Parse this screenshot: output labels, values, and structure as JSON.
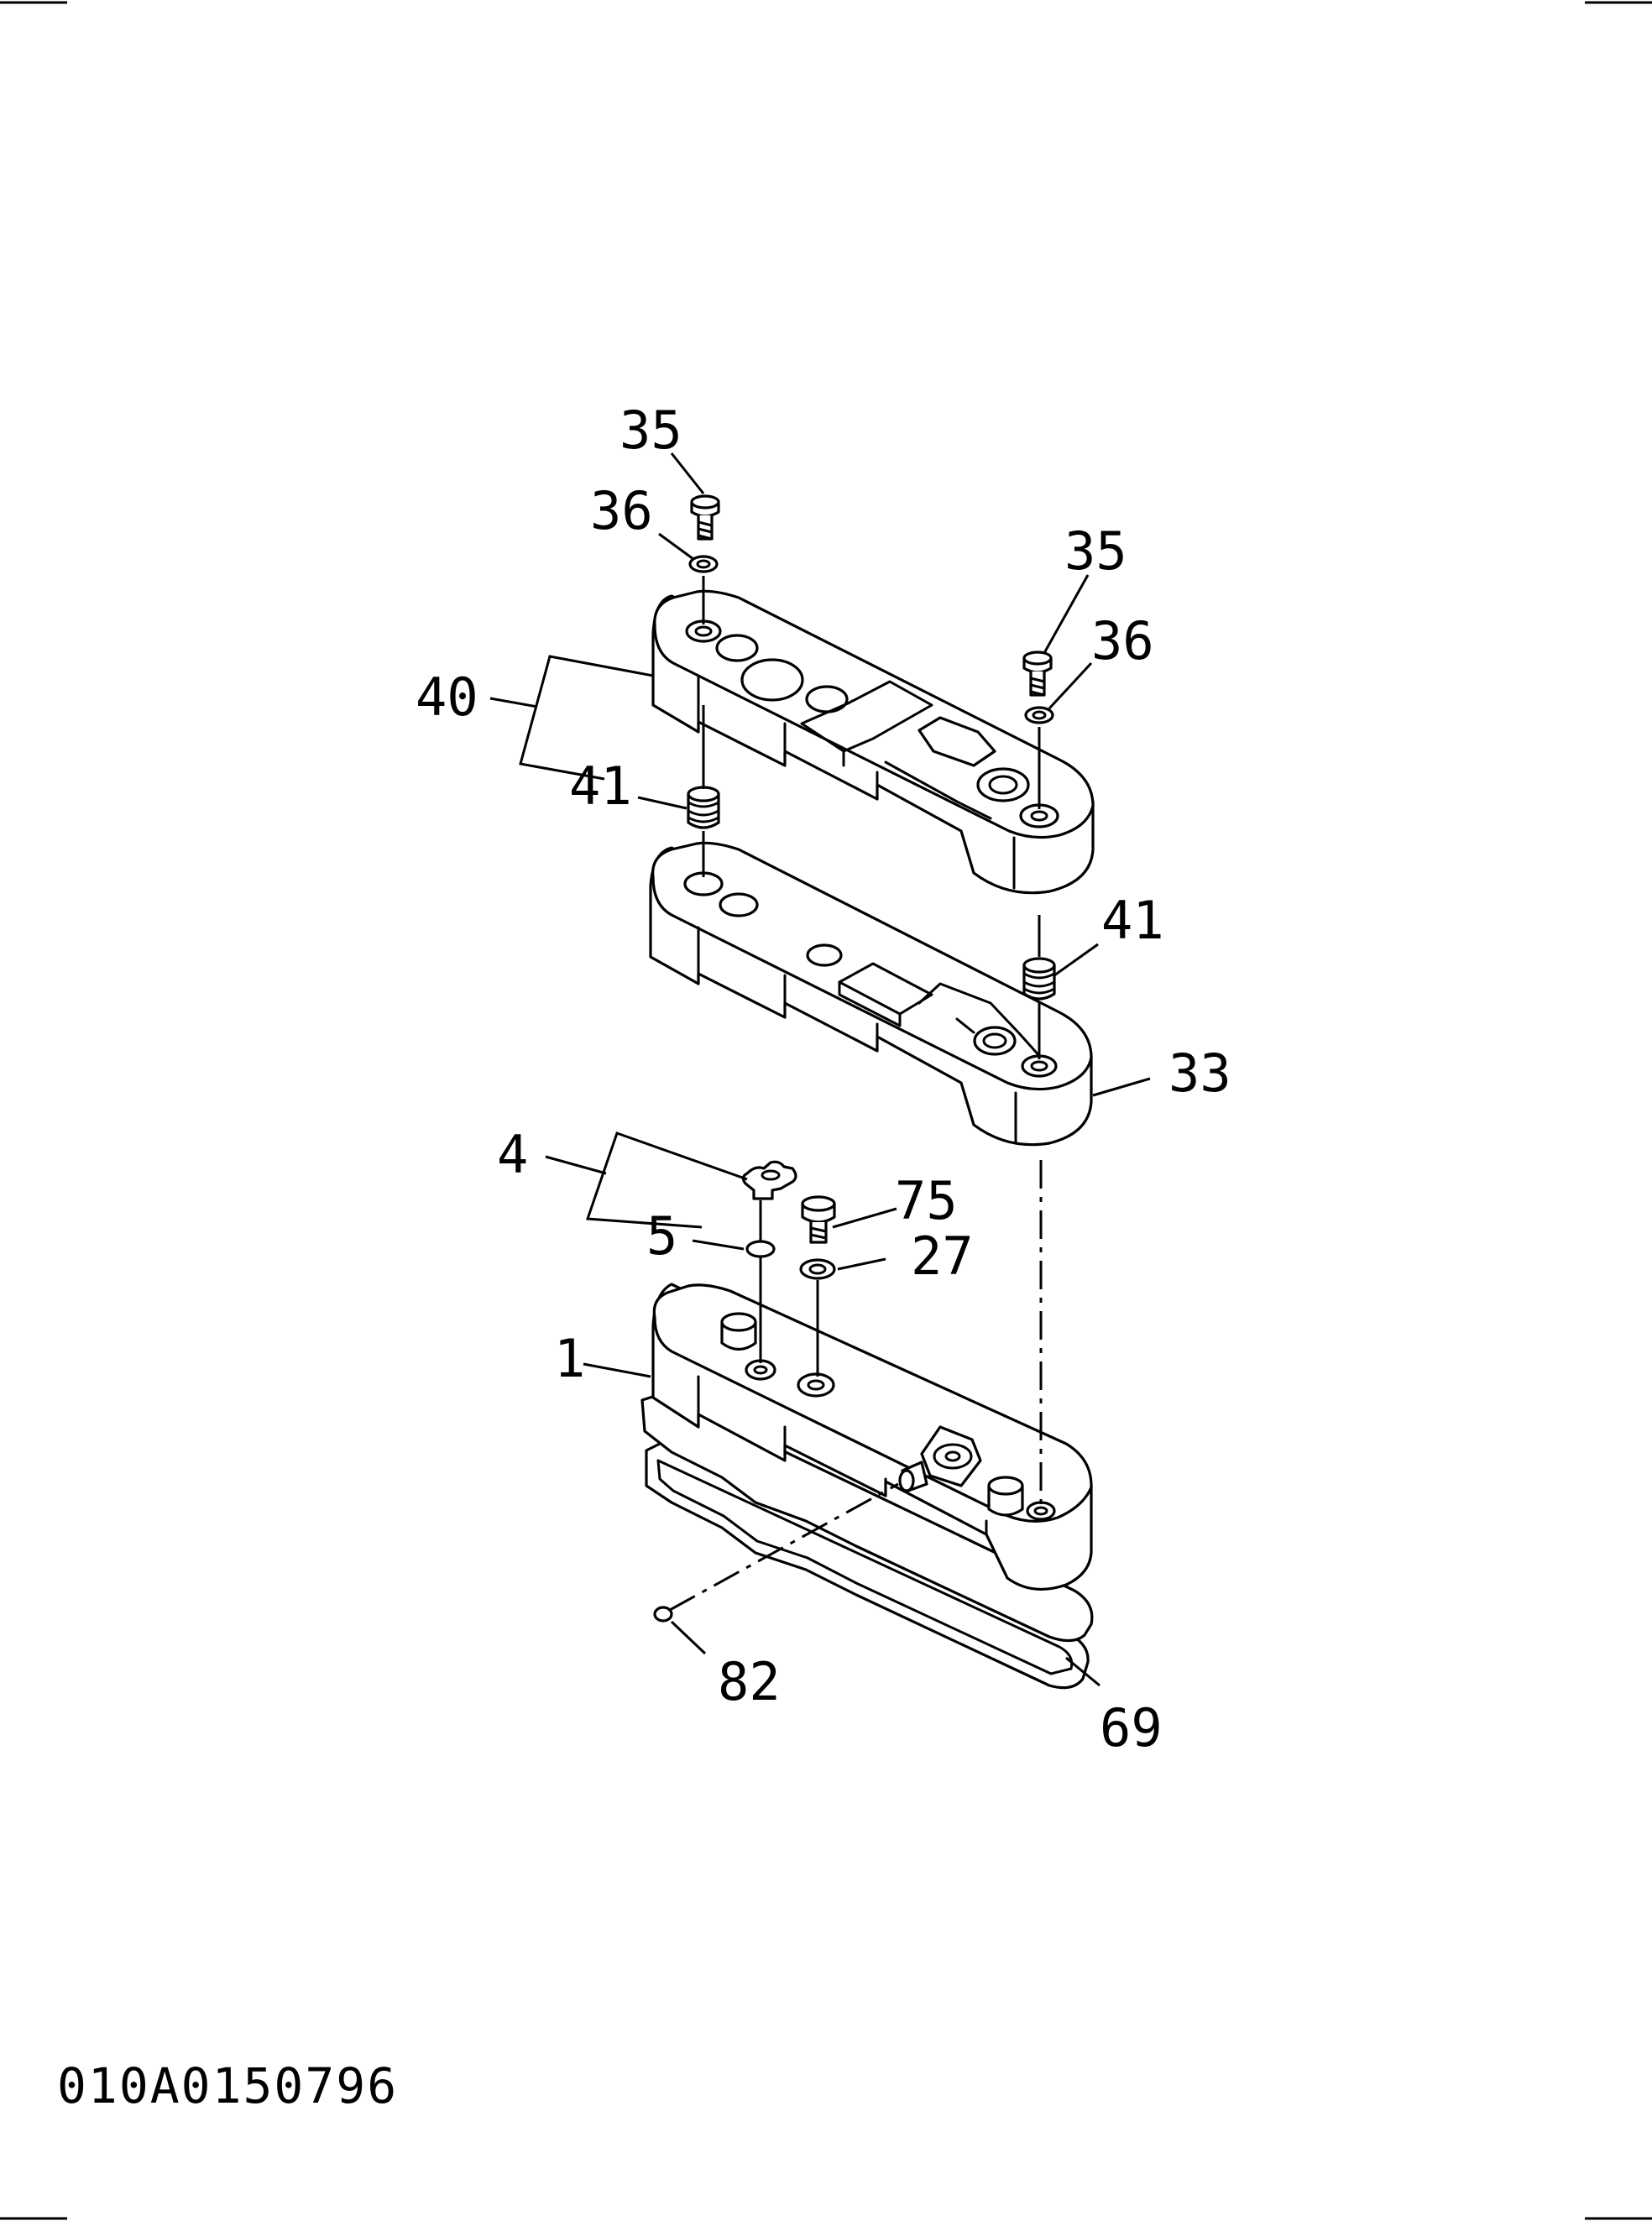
{
  "callouts": {
    "c35a": "35",
    "c36a": "36",
    "c35b": "35",
    "c36b": "36",
    "c40": "40",
    "c41a": "41",
    "c41b": "41",
    "c33": "33",
    "c4": "4",
    "c5": "5",
    "c75": "75",
    "c27": "27",
    "c1": "1",
    "c82": "82",
    "c69": "69"
  },
  "drawing_number": "010A0150796"
}
